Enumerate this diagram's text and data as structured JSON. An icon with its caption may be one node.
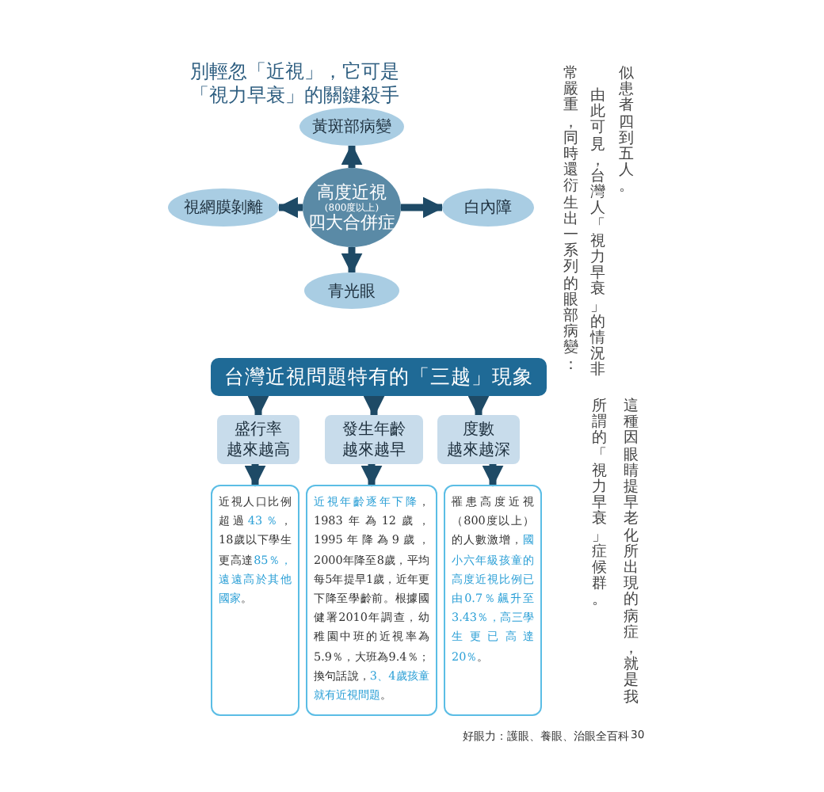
{
  "diagram": {
    "title": "別輕忽「近視」，它可是「視力早衰」的關鍵殺手",
    "nodes": [
      {
        "text": [
          "高度近視",
          "(800度以上)",
          "四大合併症"
        ]
      },
      {
        "text": [
          "黃斑部病變"
        ]
      },
      {
        "text": [
          "視網膜剝離"
        ]
      },
      {
        "text": [
          "白內障"
        ]
      },
      {
        "text": [
          "青光眼"
        ]
      },
      {
        "text": [
          "台灣近視問題特有的「三越」現象"
        ]
      },
      {
        "text": [
          "盛行率越來越高"
        ]
      },
      {
        "text": [
          "發生年齡越來越早"
        ]
      },
      {
        "text": [
          "度數越來越深"
        ]
      },
      {
        "text": [
          "近視人口比例超過**43％**，18歲以下學生更高達**85％，遠遠高於其他國家**。"
        ]
      },
      {
        "text": [
          "**近視年齡逐年下降**，1983年為12歲，1995年降為9歲，2000年降至8歲，平均每5年提早1歲，近年更下降至學齡前。根據國健署2010年調查，幼稚園中班的近視率為5.9％，大班為9.4％；換句話說，**3、4歲孩童就有近視問題**。"
        ]
      },
      {
        "text": [
          "罹患高度近視（800度以上）的人數激增，**國小六年級孩童的高度近視比例已由0.7％飆升至3.43％，高三學生更已高達20％**。"
        ]
      }
    ],
    "edges": [
      {
        "from": 0,
        "to": 1,
        "arrow": "to"
      },
      {
        "from": 0,
        "to": 2,
        "arrow": "to"
      },
      {
        "from": 0,
        "to": 3,
        "arrow": "to"
      },
      {
        "from": 0,
        "to": 4,
        "arrow": "to"
      },
      {
        "from": 5,
        "to": 6,
        "arrow": "to"
      },
      {
        "from": 5,
        "to": 7,
        "arrow": "to"
      },
      {
        "from": 5,
        "to": 8,
        "arrow": "to"
      },
      {
        "from": 6,
        "to": 9,
        "arrow": "to"
      },
      {
        "from": 7,
        "to": 10,
        "arrow": "to"
      },
      {
        "from": 8,
        "to": 11,
        "arrow": "to"
      }
    ],
    "labels": [
      "似患者四到五人。",
      "由此可見，台灣人「視力早衰」的情況非",
      "常嚴重，同時還衍生出一系列的眼部病變：",
      "這種因眼睛提早老化所出現的病症，就是我",
      "所謂的「視力早衰」症候群。",
      "好眼力：護眼、養眼、治眼全百科",
      "30"
    ]
  }
}
